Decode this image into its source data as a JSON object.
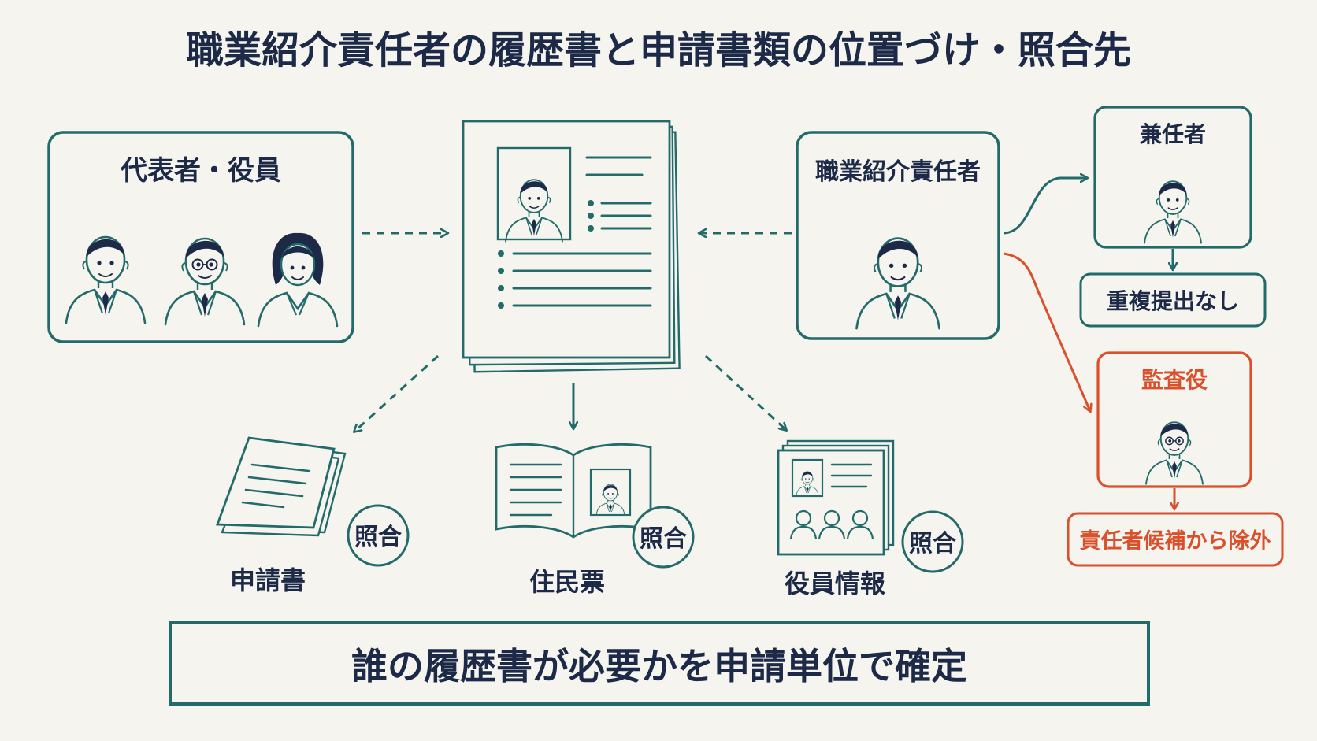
{
  "title": "職業紹介責任者の履歴書と申請書類の位置づけ・照合先",
  "colors": {
    "teal": "#236b6a",
    "navy": "#1c2a48",
    "orange": "#d9502b",
    "background": "#f5f4ef"
  },
  "boxes": {
    "officers": "代表者・役員",
    "manager": "職業紹介責任者",
    "concurrent": "兼任者",
    "no_duplicate": "重複提出なし",
    "auditor": "監査役",
    "exclude": "責任者候補から除外"
  },
  "docs": {
    "application": "申請書",
    "residence": "住民票",
    "officer_info": "役員情報",
    "check_badge": "照合"
  },
  "footer": "誰の履歴書が必要かを申請単位で確定"
}
